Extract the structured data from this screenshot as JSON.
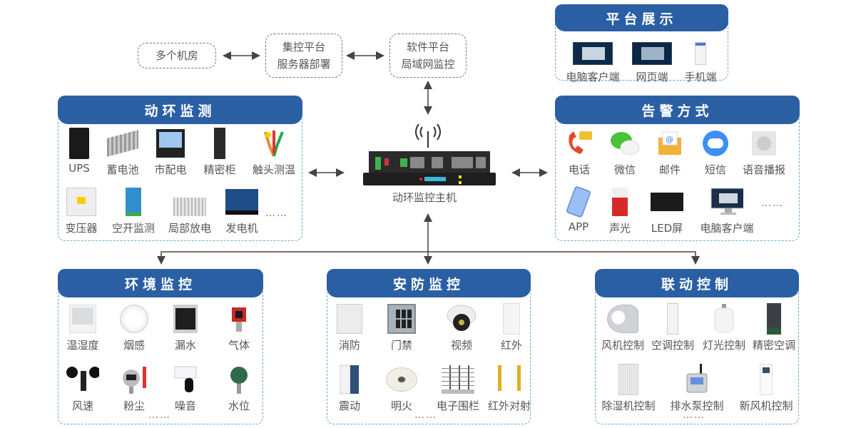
{
  "top_flow": {
    "rooms": "多个机房",
    "server": [
      "集控平台",
      "服务器部署"
    ],
    "software": [
      "软件平台",
      "局域网监控"
    ]
  },
  "host": {
    "label": "动环监控主机",
    "icons": [
      "antenna-icon",
      "server-rack-icon"
    ]
  },
  "panels": {
    "platform": {
      "title": "平台展示",
      "items": [
        {
          "label": "电脑客户端",
          "icon": "desktop-dashboard-icon"
        },
        {
          "label": "网页端",
          "icon": "web-dashboard-icon"
        },
        {
          "label": "手机端",
          "icon": "mobile-app-icon"
        }
      ]
    },
    "power_env": {
      "title": "动环监测",
      "items": [
        {
          "label": "UPS",
          "icon": "ups-icon"
        },
        {
          "label": "蓄电池",
          "icon": "battery-icon"
        },
        {
          "label": "市配电",
          "icon": "power-meter-icon"
        },
        {
          "label": "精密柜",
          "icon": "precision-cabinet-icon"
        },
        {
          "label": "触头测温",
          "icon": "contact-temp-sensor-icon"
        },
        {
          "label": "变压器",
          "icon": "transformer-icon"
        },
        {
          "label": "空开监测",
          "icon": "breaker-module-icon"
        },
        {
          "label": "局部放电",
          "icon": "partial-discharge-icon"
        },
        {
          "label": "发电机",
          "icon": "generator-icon"
        }
      ],
      "more": "……"
    },
    "alarm": {
      "title": "告警方式",
      "items": [
        {
          "label": "电话",
          "icon": "phone-icon"
        },
        {
          "label": "微信",
          "icon": "wechat-icon"
        },
        {
          "label": "邮件",
          "icon": "email-icon"
        },
        {
          "label": "短信",
          "icon": "sms-icon"
        },
        {
          "label": "语音播报",
          "icon": "speaker-icon"
        },
        {
          "label": "APP",
          "icon": "app-phone-icon"
        },
        {
          "label": "声光",
          "icon": "siren-icon"
        },
        {
          "label": "LED屏",
          "icon": "led-screen-icon"
        },
        {
          "label": "电脑客户端",
          "icon": "monitor-icon"
        }
      ],
      "more": "……"
    },
    "environment": {
      "title": "环境监控",
      "items": [
        {
          "label": "温湿度",
          "icon": "thermo-hygrometer-icon"
        },
        {
          "label": "烟感",
          "icon": "smoke-detector-icon"
        },
        {
          "label": "漏水",
          "icon": "water-leak-icon"
        },
        {
          "label": "气体",
          "icon": "gas-detector-icon"
        },
        {
          "label": "风速",
          "icon": "anemometer-icon"
        },
        {
          "label": "粉尘",
          "icon": "dust-sensor-icon"
        },
        {
          "label": "噪音",
          "icon": "noise-sensor-icon"
        },
        {
          "label": "水位",
          "icon": "water-level-icon"
        }
      ],
      "more": "……"
    },
    "security": {
      "title": "安防监控",
      "items": [
        {
          "label": "消防",
          "icon": "fire-panel-icon"
        },
        {
          "label": "门禁",
          "icon": "access-keypad-icon"
        },
        {
          "label": "视频",
          "icon": "dome-camera-icon"
        },
        {
          "label": "红外",
          "icon": "pir-sensor-icon"
        },
        {
          "label": "震动",
          "icon": "vibration-sensor-icon"
        },
        {
          "label": "明火",
          "icon": "flame-detector-icon"
        },
        {
          "label": "电子围栏",
          "icon": "electric-fence-icon"
        },
        {
          "label": "红外对射",
          "icon": "infrared-beam-icon"
        }
      ],
      "more": "……"
    },
    "linkage": {
      "title": "联动控制",
      "items": [
        {
          "label": "风机控制",
          "icon": "fan-blower-icon"
        },
        {
          "label": "空调控制",
          "icon": "air-conditioner-icon"
        },
        {
          "label": "灯光控制",
          "icon": "light-bulb-icon"
        },
        {
          "label": "精密空调",
          "icon": "precision-ac-icon"
        },
        {
          "label": "除湿机控制",
          "icon": "dehumidifier-icon"
        },
        {
          "label": "排水泵控制",
          "icon": "drain-pump-icon"
        },
        {
          "label": "新风机控制",
          "icon": "fresh-air-icon"
        }
      ],
      "more": "……"
    }
  },
  "colors": {
    "header_blue": "#2a5fa4",
    "panel_border": "#6aa6d8",
    "connector": "#444444"
  }
}
